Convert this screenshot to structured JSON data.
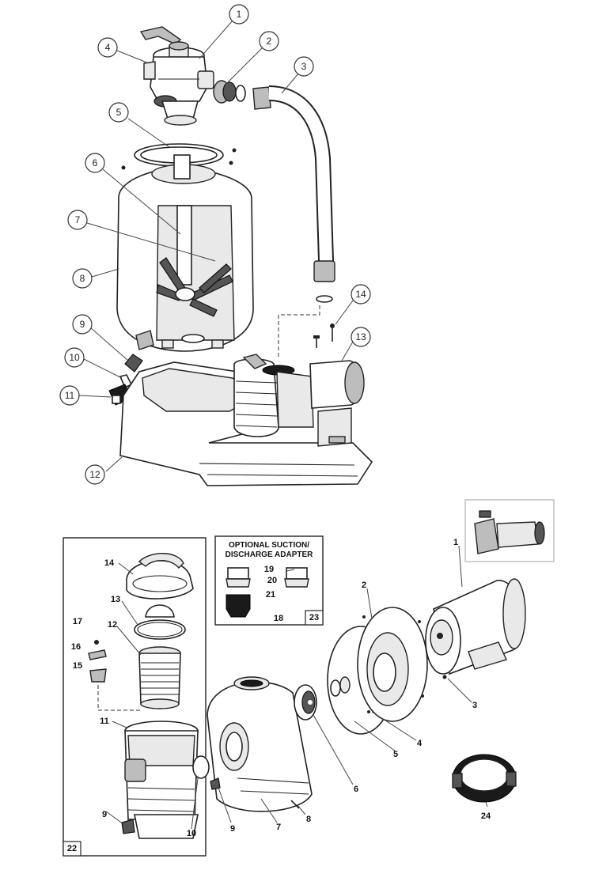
{
  "filter_callouts": [
    "1",
    "2",
    "3",
    "4",
    "5",
    "6",
    "7",
    "8",
    "9",
    "10",
    "11",
    "12",
    "13",
    "14"
  ],
  "pump_labels": [
    "1",
    "2",
    "3",
    "4",
    "5",
    "6",
    "7",
    "8",
    "9",
    "10",
    "11",
    "12",
    "13",
    "14",
    "15",
    "16",
    "17",
    "22"
  ],
  "adapter_box": {
    "title_line1": "OPTIONAL SUCTION/",
    "title_line2": "DISCHARGE ADAPTER",
    "labels": [
      "19",
      "20",
      "21",
      "18"
    ],
    "box_number": "23"
  },
  "ring_label": "24"
}
